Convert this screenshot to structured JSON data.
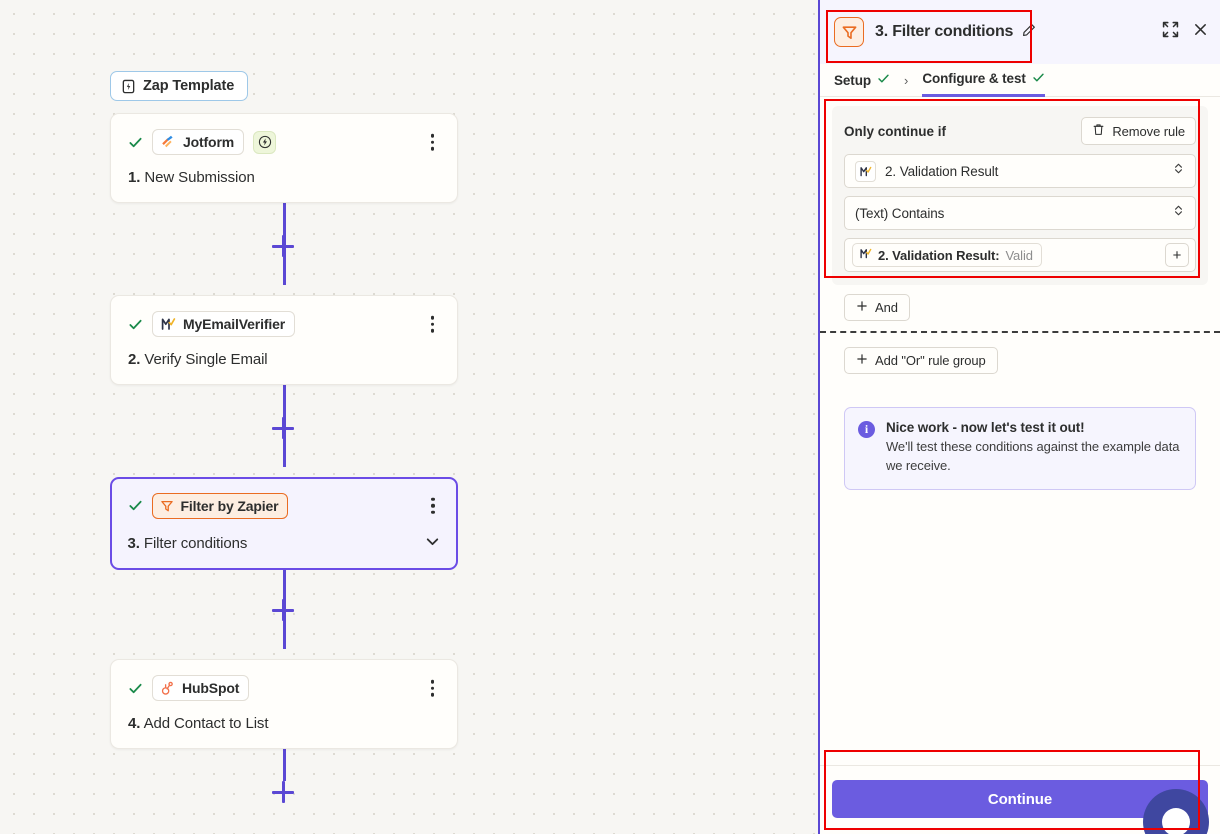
{
  "canvas": {
    "template_badge": {
      "label": "Zap Template",
      "icon": "document-bolt-icon"
    },
    "nodes": [
      {
        "app": "Jotform",
        "app_icon": "jotform-icon",
        "num": "1.",
        "title": "New Submission",
        "trigger_badge": "bolt-icon",
        "selected": false,
        "status": "check-icon",
        "menu": "kebab-menu-icon"
      },
      {
        "app": "MyEmailVerifier",
        "app_icon": "myemailverifier-icon",
        "num": "2.",
        "title": "Verify Single Email",
        "trigger_badge": null,
        "selected": false,
        "status": "check-icon",
        "menu": "kebab-menu-icon"
      },
      {
        "app": "Filter by Zapier",
        "app_icon": "funnel-icon",
        "num": "3.",
        "title": "Filter conditions",
        "trigger_badge": null,
        "selected": true,
        "status": "check-icon",
        "menu": "kebab-menu-icon",
        "expand": "chevron-down-icon"
      },
      {
        "app": "HubSpot",
        "app_icon": "hubspot-icon",
        "num": "4.",
        "title": "Add Contact to List",
        "trigger_badge": null,
        "selected": false,
        "status": "check-icon",
        "menu": "kebab-menu-icon"
      }
    ],
    "add_step_label": "+"
  },
  "panel": {
    "header": {
      "icon": "funnel-icon",
      "title": "3. Filter conditions",
      "edit_icon": "pencil-icon",
      "expand_icon": "expand-icon",
      "close_icon": "close-icon"
    },
    "tabs": [
      {
        "label": "Setup",
        "active": false,
        "check": "check-icon"
      },
      {
        "label": "Configure & test",
        "active": true,
        "check": "check-icon"
      }
    ],
    "tab_separator": "›",
    "rule": {
      "label": "Only continue if",
      "remove_button": {
        "label": "Remove rule",
        "icon": "trash-icon"
      },
      "field": {
        "icon": "myemailverifier-icon",
        "value": "2. Validation Result",
        "caret": "updown-caret-icon"
      },
      "condition": {
        "value": "(Text) Contains",
        "caret": "updown-caret-icon"
      },
      "value_token": {
        "icon": "myemailverifier-icon",
        "label": "2. Validation Result:",
        "value": "Valid"
      },
      "add_value_icon": "plus-icon"
    },
    "and_button": {
      "label": "And",
      "icon": "plus-icon"
    },
    "or_button": {
      "label": "Add \"Or\" rule group",
      "icon": "plus-icon"
    },
    "callout": {
      "icon": "info-icon",
      "title": "Nice work - now let's test it out!",
      "body": "We'll test these conditions against the example data we receive."
    },
    "footer": {
      "continue_label": "Continue"
    },
    "fab": "chat-ring-widget"
  },
  "colors": {
    "accent_purple": "#6b5ce0",
    "node_selected_border": "#5b48d4",
    "filter_orange": "#ea6c22",
    "check_green": "#1a8a4a",
    "annotation_red": "#ee0000",
    "canvas_bg": "#f7f6f3",
    "fab_ring": "#3f47a0"
  }
}
